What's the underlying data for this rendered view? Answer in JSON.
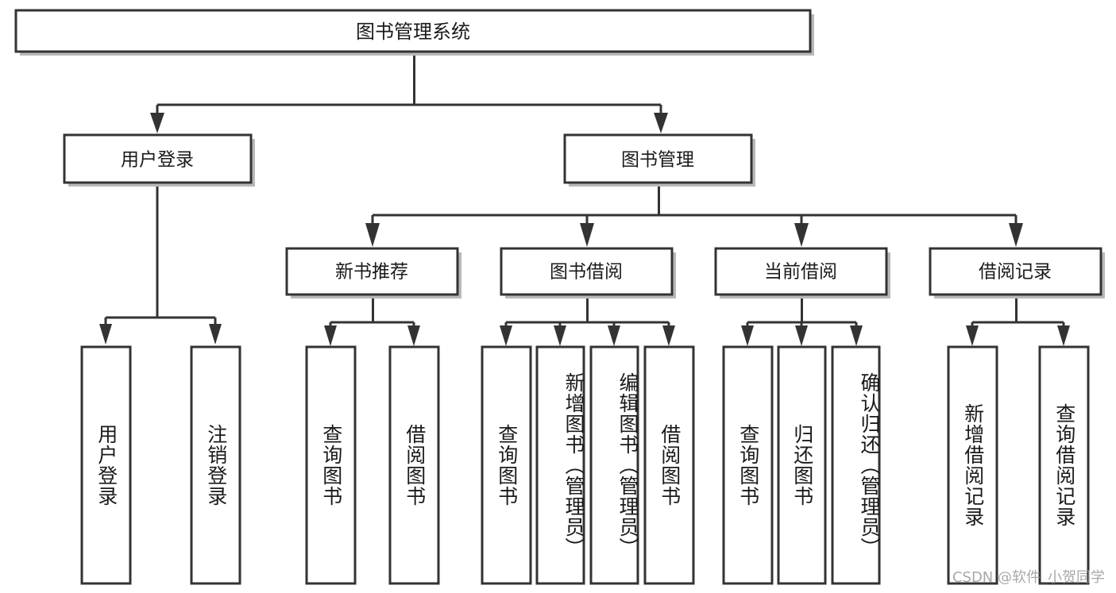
{
  "diagram": {
    "type": "tree",
    "title": "图书管理系统",
    "root": {
      "id": "root",
      "label": "图书管理系统",
      "orientation": "horizontal"
    },
    "level2": [
      {
        "id": "user-login",
        "label": "用户登录",
        "orientation": "horizontal"
      },
      {
        "id": "book-manage",
        "label": "图书管理",
        "orientation": "horizontal"
      }
    ],
    "level3": [
      {
        "id": "new-book-recommend",
        "label": "新书推荐",
        "orientation": "horizontal"
      },
      {
        "id": "book-borrow",
        "label": "图书借阅",
        "orientation": "horizontal"
      },
      {
        "id": "current-borrow",
        "label": "当前借阅",
        "orientation": "horizontal"
      },
      {
        "id": "borrow-record",
        "label": "借阅记录",
        "orientation": "horizontal"
      }
    ],
    "leaves": [
      {
        "id": "leaf-user-login",
        "label": "用户登录",
        "parent": "user-login",
        "orientation": "vertical"
      },
      {
        "id": "leaf-user-logout",
        "label": "注销登录",
        "parent": "user-login",
        "orientation": "vertical"
      },
      {
        "id": "leaf-query-book-1",
        "label": "查询图书",
        "parent": "new-book-recommend",
        "orientation": "vertical"
      },
      {
        "id": "leaf-borrow-book-1",
        "label": "借阅图书",
        "parent": "new-book-recommend",
        "orientation": "vertical"
      },
      {
        "id": "leaf-query-book-2",
        "label": "查询图书",
        "parent": "book-borrow",
        "orientation": "vertical"
      },
      {
        "id": "leaf-add-book",
        "label": "新增图书（管理员）",
        "parent": "book-borrow",
        "orientation": "vertical"
      },
      {
        "id": "leaf-edit-book",
        "label": "编辑图书（管理员）",
        "parent": "book-borrow",
        "orientation": "vertical"
      },
      {
        "id": "leaf-borrow-book-2",
        "label": "借阅图书",
        "parent": "book-borrow",
        "orientation": "vertical"
      },
      {
        "id": "leaf-query-book-3",
        "label": "查询图书",
        "parent": "current-borrow",
        "orientation": "vertical"
      },
      {
        "id": "leaf-return-book",
        "label": "归还图书",
        "parent": "current-borrow",
        "orientation": "vertical"
      },
      {
        "id": "leaf-confirm-return",
        "label": "确认归还（管理员）",
        "parent": "current-borrow",
        "orientation": "vertical"
      },
      {
        "id": "leaf-add-record",
        "label": "新增借阅记录",
        "parent": "borrow-record",
        "orientation": "vertical"
      },
      {
        "id": "leaf-query-record",
        "label": "查询借阅记录",
        "parent": "borrow-record",
        "orientation": "vertical"
      }
    ],
    "colors": {
      "stroke": "#333333",
      "fill": "#ffffff",
      "text": "#1a1a1a",
      "shadow": "#b8b8b8",
      "watermark": "#9a9a9a"
    }
  },
  "watermark": {
    "text": "CSDN @软件_小贺同学"
  }
}
